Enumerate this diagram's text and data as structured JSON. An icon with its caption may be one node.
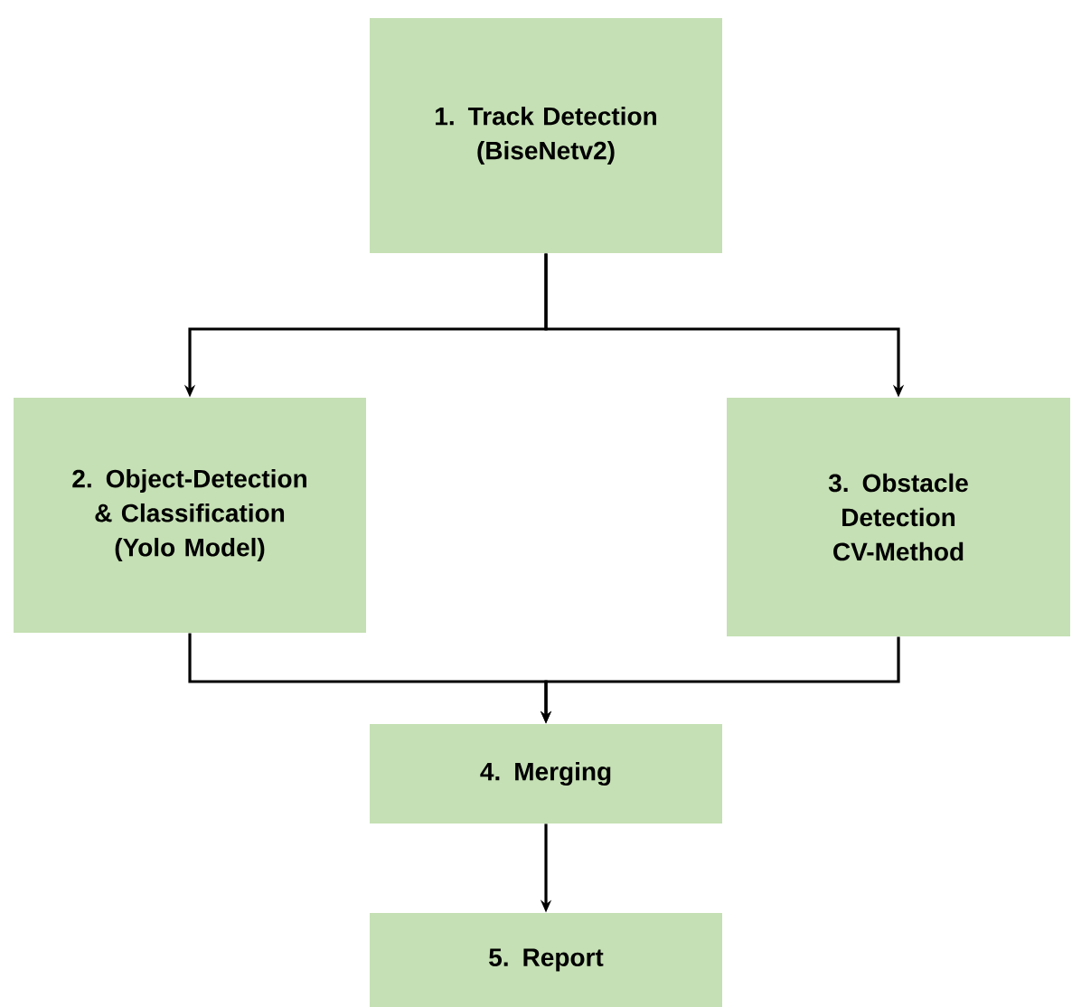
{
  "diagram": {
    "nodes": [
      {
        "text": [
          "1. Track Detection (BiseNetv2)"
        ]
      },
      {
        "text": [
          "2. Object-Detection & Classification (Yolo Model)"
        ]
      },
      {
        "text": [
          "3. Obstacle Detection CV-Method"
        ]
      },
      {
        "text": [
          "4. Merging"
        ]
      },
      {
        "text": [
          "5. Report"
        ]
      }
    ],
    "edges": [
      {
        "from": 0,
        "to": 1,
        "arrow": "to"
      },
      {
        "from": 0,
        "to": 2,
        "arrow": "to"
      },
      {
        "from": 1,
        "to": 3,
        "arrow": "to"
      },
      {
        "from": 2,
        "to": 3,
        "arrow": "to"
      },
      {
        "from": 3,
        "to": 4,
        "arrow": "to"
      }
    ]
  }
}
